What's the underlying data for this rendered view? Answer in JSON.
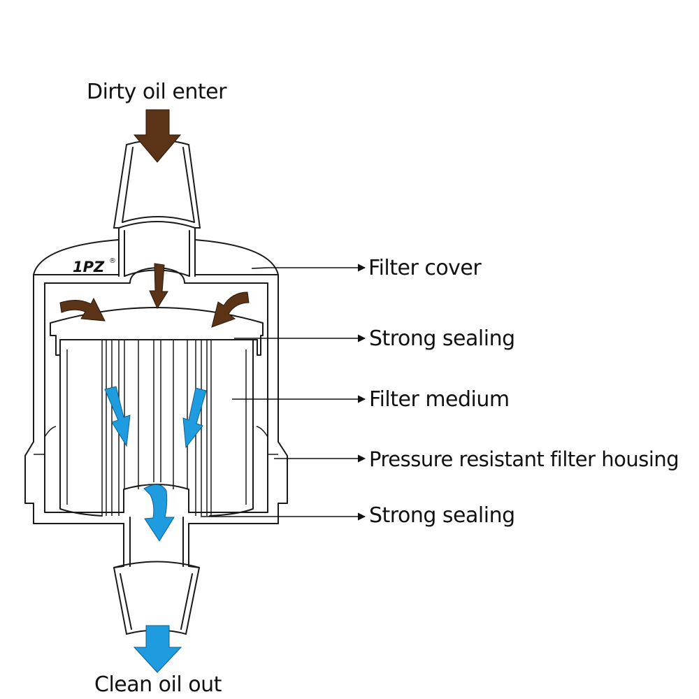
{
  "labels": {
    "inlet": "Dirty oil enter",
    "outlet": "Clean oil out",
    "filter_cover": "Filter cover",
    "strong_sealing_top": "Strong sealing",
    "filter_medium": "Filter medium",
    "housing": "Pressure resistant filter housing",
    "strong_sealing_bottom": "Strong sealing"
  },
  "brand": "1PZ",
  "brand_mark": "®",
  "colors": {
    "dirty_oil": "#5b3316",
    "clean_oil": "#1f9be0",
    "outline": "#1a1a1a",
    "background": "#ffffff"
  }
}
